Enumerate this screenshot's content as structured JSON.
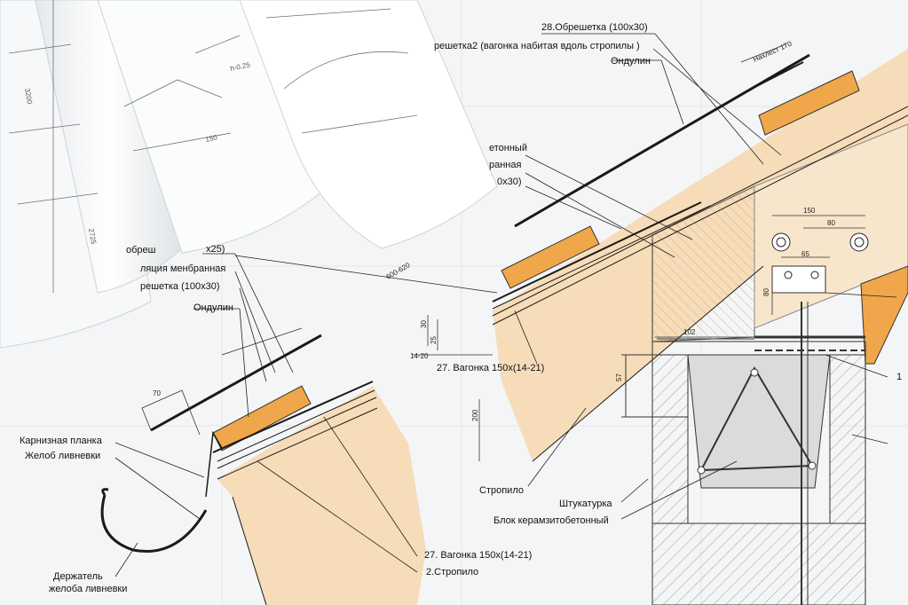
{
  "labels": {
    "obreshetka_28": "28.Обрешетка (100х30)",
    "obreshetka_2_top": "решетка2 (вагонка набитая вдоль стропилы )",
    "ondulin_top": "Ондулин",
    "betonny": "етонный",
    "brannaya": "ранная",
    "size_100x30_b": "0х30)",
    "obreshetka_left_partial": "обреш",
    "size_x25": "х25)",
    "izolyatsiya": "ляция менбранная",
    "obreshetka_left": "решетка (100х30)",
    "ondulin_left": "Ондулин",
    "vagonka_mid": "27. Вагонка 150х(14-21)",
    "stropilo_right": "Стропило",
    "shtukaturka": "Штукатурка",
    "blok": "Блок керамзитобетонный",
    "karniznaya": "Карнизная планка",
    "zhelob": "Желоб ливневки",
    "derzhatel_1": "Держатель",
    "derzhatel_2": "желоба ливневки",
    "vagonka_bottom": "27. Вагонка 150х(14-21)",
    "stropilo_bottom": "2.Стропило",
    "ref_1": "1"
  },
  "dimensions": {
    "nakhlest": "Нахлест 170",
    "d150": "150",
    "d80": "80",
    "d65": "65",
    "d80v": "80",
    "d102": "102",
    "d57": "57",
    "d600_620": "600-620",
    "d30": "30",
    "d25": "25",
    "d14_20": "14-20",
    "d200": "200",
    "d70": "70",
    "roll_150": "150",
    "roll_h025": "h-0.25",
    "roll_a": "3200",
    "roll_b": "2725"
  },
  "colors": {
    "wood_fill": "#f6dcb8",
    "batten_fill": "#f0a64a",
    "paper": "#ffffff",
    "background": "#f4f5f6",
    "line": "#1a1a1a"
  }
}
